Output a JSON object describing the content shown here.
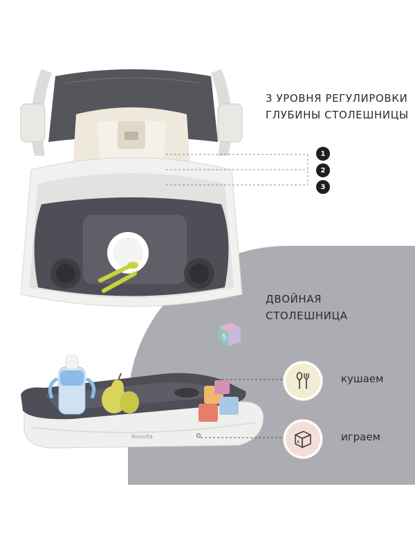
{
  "depth_section": {
    "heading_line1": "3 УРОВНЯ РЕГУЛИРОВКИ",
    "heading_line2": "ГЛУБИНЫ СТОЛЕШНИЦЫ",
    "levels": [
      "1",
      "2",
      "3"
    ]
  },
  "double_tray_section": {
    "heading_line1": "ДВОЙНАЯ",
    "heading_line2": "СТОЛЕШНИЦА",
    "features": [
      {
        "label": "кушаем",
        "icon": "fork-spoon-icon",
        "badge_color": "#f2ecd3"
      },
      {
        "label": "играем",
        "icon": "toy-cube-icon",
        "badge_color": "#f4ded9"
      }
    ]
  },
  "product": {
    "brand": "Nuovita"
  },
  "colors": {
    "backdrop": "#acacb3",
    "tray_dark": "#4e4e56",
    "tray_light": "#efefed",
    "accent_yellow": "#c8d23c"
  }
}
